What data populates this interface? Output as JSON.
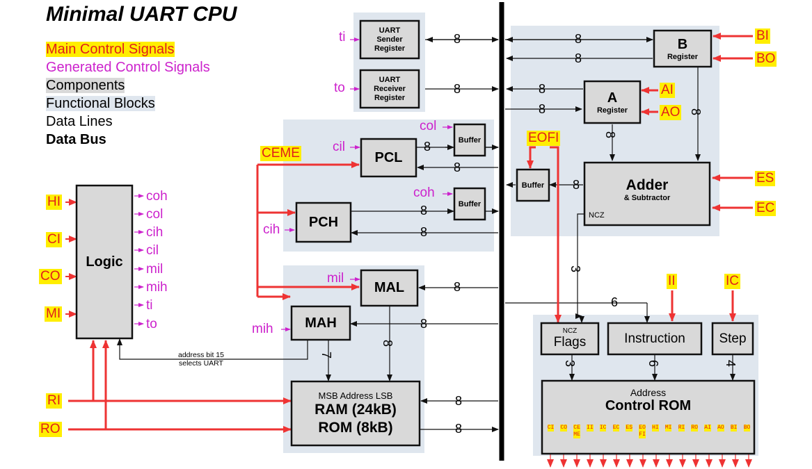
{
  "title": "Minimal UART CPU",
  "legend": {
    "main_control": "Main Control Signals",
    "generated_control": "Generated Control Signals",
    "components": "Components",
    "functional_blocks": "Functional Blocks",
    "data_lines": "Data Lines",
    "data_bus": "Data Bus"
  },
  "colors": {
    "main_signal_bg": "#ffee00",
    "main_signal_text": "#e0201a",
    "generated": "#cc22cc",
    "component_fill": "#d9d9d9",
    "block_fill": "#dfe6ee",
    "red_line": "#ee3333"
  },
  "components": {
    "uart_sender": [
      "UART",
      "Sender",
      "Register"
    ],
    "uart_receiver": [
      "UART",
      "Receiver",
      "Register"
    ],
    "b_register": {
      "name": "B",
      "sub": "Register"
    },
    "a_register": {
      "name": "A",
      "sub": "Register"
    },
    "adder": {
      "name": "Adder",
      "sub": "& Subtractor",
      "ncz": "NCZ"
    },
    "pcl": "PCL",
    "pch": "PCH",
    "mal": "MAL",
    "mah": "MAH",
    "buffer": "Buffer",
    "logic": "Logic",
    "memory": {
      "addr": "MSB Address LSB",
      "ram": "RAM (24kB)",
      "rom": "ROM (8kB)"
    },
    "flags": {
      "top": "NCZ",
      "name": "Flags"
    },
    "instruction": "Instruction",
    "step": "Step",
    "control_rom": {
      "addr": "Address",
      "name": "Control ROM"
    }
  },
  "main_signals": {
    "bi": "BI",
    "bo": "BO",
    "ai": "AI",
    "ao": "AO",
    "es": "ES",
    "ec": "EC",
    "eofi": "EOFI",
    "ceme": "CEME",
    "ii": "II",
    "ic": "IC",
    "hi": "HI",
    "ci": "CI",
    "co": "CO",
    "mi": "MI",
    "ri": "RI",
    "ro": "RO"
  },
  "generated_signals": {
    "ti": "ti",
    "to": "to",
    "col": "col",
    "cil": "cil",
    "coh": "coh",
    "cih": "cih",
    "mil": "mil",
    "mih": "mih",
    "logic_outputs": [
      "coh",
      "col",
      "cih",
      "cil",
      "mil",
      "mih",
      "ti",
      "to"
    ]
  },
  "bus_widths": {
    "eight": "8",
    "six": "6",
    "three": "3",
    "seven": "7",
    "four": "4"
  },
  "address_note": [
    "address bit 15",
    "selects UART"
  ],
  "control_outputs": [
    "CI",
    "CO",
    "CE ME",
    "II",
    "IC",
    "EC",
    "ES",
    "EO FI",
    "HI",
    "MI",
    "RI",
    "RO",
    "AI",
    "AO",
    "BI",
    "BO"
  ]
}
